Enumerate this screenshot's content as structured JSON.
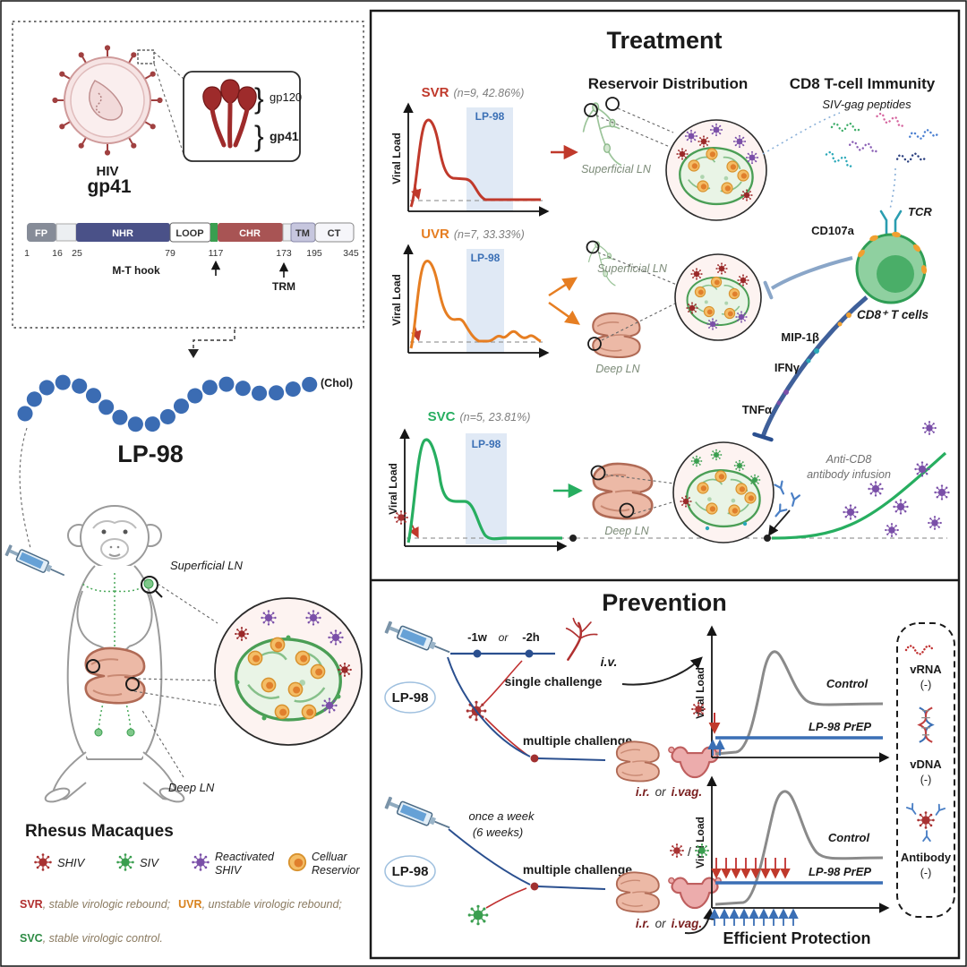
{
  "colors": {
    "svr_red": "#c0392b",
    "uvr_orange": "#e67e22",
    "svc_green": "#27ae60",
    "lp98_blue": "#3a7ec0",
    "reactivated_purple": "#7a4fa8",
    "reservoir_orange": "#e8922e",
    "shiv_red": "#a83232",
    "siv_green": "#3a9e4f"
  },
  "left_panel": {
    "hiv": {
      "label": "HIV",
      "gp120_label": "gp120",
      "gp41_label": "gp41",
      "brace": "}"
    },
    "gp41_bar": {
      "title": "gp41",
      "segments": [
        "FP",
        "NHR",
        "LOOP",
        "CHR",
        "TM",
        "CT"
      ],
      "positions": [
        "1",
        "16",
        "25",
        "79",
        "117",
        "173",
        "195",
        "345"
      ],
      "mt_hook": "M-T hook",
      "trm": "TRM"
    },
    "lp98": {
      "name": "LP-98",
      "chol": "(Chol)"
    },
    "macaque": {
      "superficial_ln": "Superficial  LN",
      "deep_ln": "Deep LN",
      "caption": "Rhesus  Macaques"
    },
    "legend": {
      "shiv": "SHIV",
      "siv": "SIV",
      "reactivated_line1": "Reactivated",
      "reactivated_line2": "SHIV",
      "reservoir_line1": "Celluar",
      "reservoir_line2": "Reservior"
    },
    "abbreviations": {
      "svr": "SVR",
      "svr_def": ", stable virologic rebound;",
      "uvr": "UVR",
      "uvr_def": ", unstable virologic rebound;",
      "svc": "SVC",
      "svc_def": ", stable virologic control."
    }
  },
  "treatment": {
    "title": "Treatment",
    "reservoir_header": "Reservoir Distribution",
    "cd8_header": "CD8 T-cell Immunity",
    "viral_load_label": "Viral Load",
    "groups": [
      {
        "abbr": "SVR",
        "stats": "(n=9, 42.86%)",
        "drug": "LP-98"
      },
      {
        "abbr": "UVR",
        "stats": "(n=7, 33.33%)",
        "drug": "LP-98"
      },
      {
        "abbr": "SVC",
        "stats": "(n=5, 23.81%)",
        "drug": "LP-98"
      }
    ],
    "row1_ln": "Superficial LN",
    "row2_ln_a": "Superficial LN",
    "row2_ln_b": "Deep LN",
    "row3_ln": "Deep LN",
    "siv_gag_label": "SIV-gag peptides",
    "tcr_label": "TCR",
    "cd107a_label": "CD107a",
    "cd8_cells_label": "CD8⁺ T cells",
    "mip1b_label": "MIP-1β",
    "ifng_label": "IFNγ",
    "tnfa_label": "TNFα",
    "anti_cd8_line1": "Anti-CD8",
    "anti_cd8_line2": "antibody infusion"
  },
  "prevention": {
    "title": "Prevention",
    "lp98_label": "LP-98",
    "minus_1w": "-1w",
    "or_label": "or",
    "minus_2h": "-2h",
    "iv_label": "i.v.",
    "single_challenge": "single challenge",
    "multiple_challenge": "multiple challenge",
    "route_ir": "i.r.",
    "route_or": "or",
    "route_ivag": "i.vag.",
    "schedule_line1": "once a week",
    "schedule_line2": "(6 weeks)",
    "viral_load_label": "Viral Load",
    "control_label": "Control",
    "prep_label": "LP-98 PrEP",
    "slash": "/",
    "vrna_label": "vRNA",
    "vrna_neg": "(-)",
    "vdna_label": "vDNA",
    "vdna_neg": "(-)",
    "antibody_label": "Antibody",
    "antibody_neg": "(-)",
    "footer": "Efficient Protection"
  }
}
